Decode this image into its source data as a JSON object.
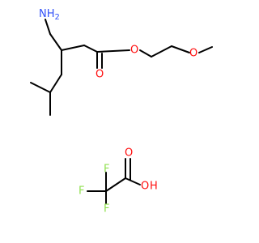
{
  "molecule_ester": {
    "nh2_label": "NH",
    "nh2_subscript": "2",
    "carbonyl_o_label": "O",
    "ester_o_label": "O",
    "ether_o_label": "O"
  },
  "molecule_tfa": {
    "f_top_label": "F",
    "f_left_label": "F",
    "f_bottom_label": "F",
    "carbonyl_o_label": "O",
    "hydroxyl_o_label": "O",
    "hydroxyl_h_label": "H"
  },
  "colors": {
    "bond": "#000000",
    "nitrogen": "#3050f8",
    "oxygen": "#ff0d0d",
    "fluorine": "#90e050"
  }
}
